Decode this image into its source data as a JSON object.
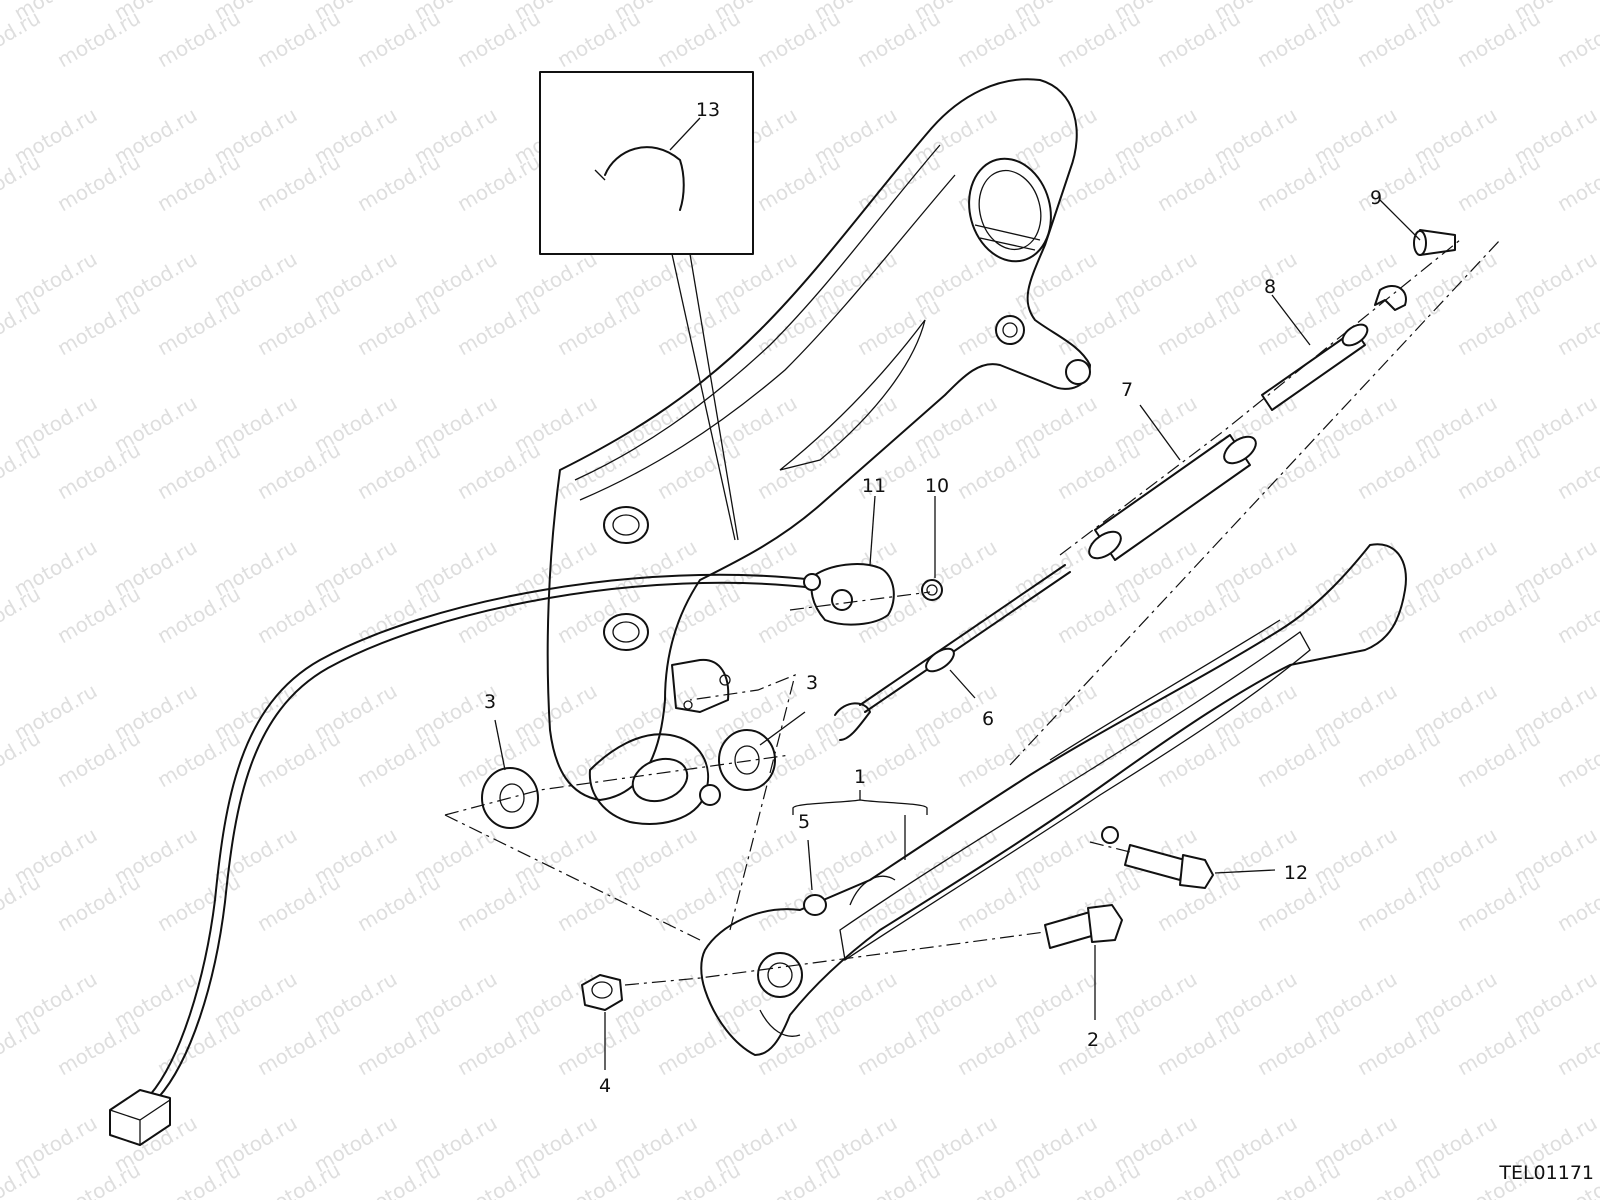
{
  "watermark": "motod.ru",
  "drawing_ref": "TEL01171",
  "callouts": [
    {
      "id": "1",
      "label": "1"
    },
    {
      "id": "2",
      "label": "2"
    },
    {
      "id": "3a",
      "label": "3"
    },
    {
      "id": "3b",
      "label": "3"
    },
    {
      "id": "4",
      "label": "4"
    },
    {
      "id": "5",
      "label": "5"
    },
    {
      "id": "6",
      "label": "6"
    },
    {
      "id": "7",
      "label": "7"
    },
    {
      "id": "8",
      "label": "8"
    },
    {
      "id": "9",
      "label": "9"
    },
    {
      "id": "10",
      "label": "10"
    },
    {
      "id": "11",
      "label": "11"
    },
    {
      "id": "12",
      "label": "12"
    },
    {
      "id": "13",
      "label": "13"
    }
  ]
}
